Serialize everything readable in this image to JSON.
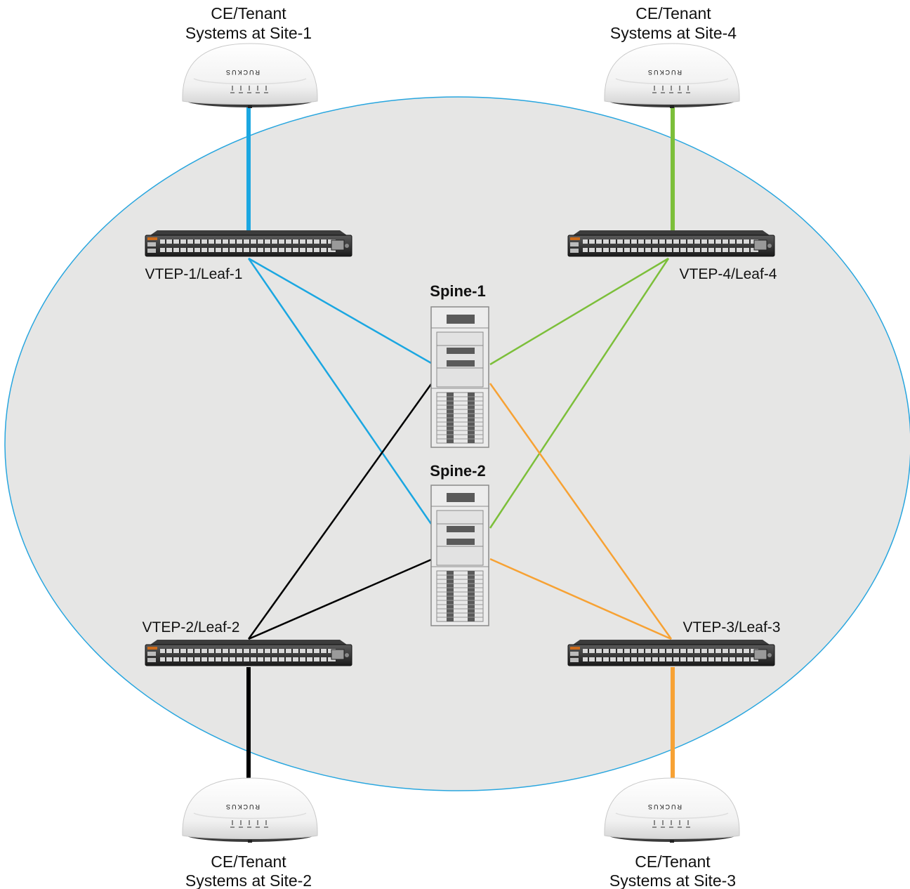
{
  "sites": {
    "site1": {
      "line1": "CE/Tenant",
      "line2": "Systems at Site-1"
    },
    "site2": {
      "line1": "CE/Tenant",
      "line2": "Systems at Site-2"
    },
    "site3": {
      "line1": "CE/Tenant",
      "line2": "Systems at Site-3"
    },
    "site4": {
      "line1": "CE/Tenant",
      "line2": "Systems at Site-4"
    }
  },
  "leaves": {
    "leaf1": "VTEP-1/Leaf-1",
    "leaf2": "VTEP-2/Leaf-2",
    "leaf3": "VTEP-3/Leaf-3",
    "leaf4": "VTEP-4/Leaf-4"
  },
  "spines": {
    "spine1": "Spine-1",
    "spine2": "Spine-2"
  },
  "ap_brand": "RUCKUS",
  "colors": {
    "leaf1_links": "#1ba7e1",
    "leaf2_links": "#000000",
    "leaf3_links": "#f7a234",
    "leaf4_links": "#7cbf3a",
    "fabric_fill": "#e6e6e5",
    "fabric_border": "#28a6df"
  }
}
